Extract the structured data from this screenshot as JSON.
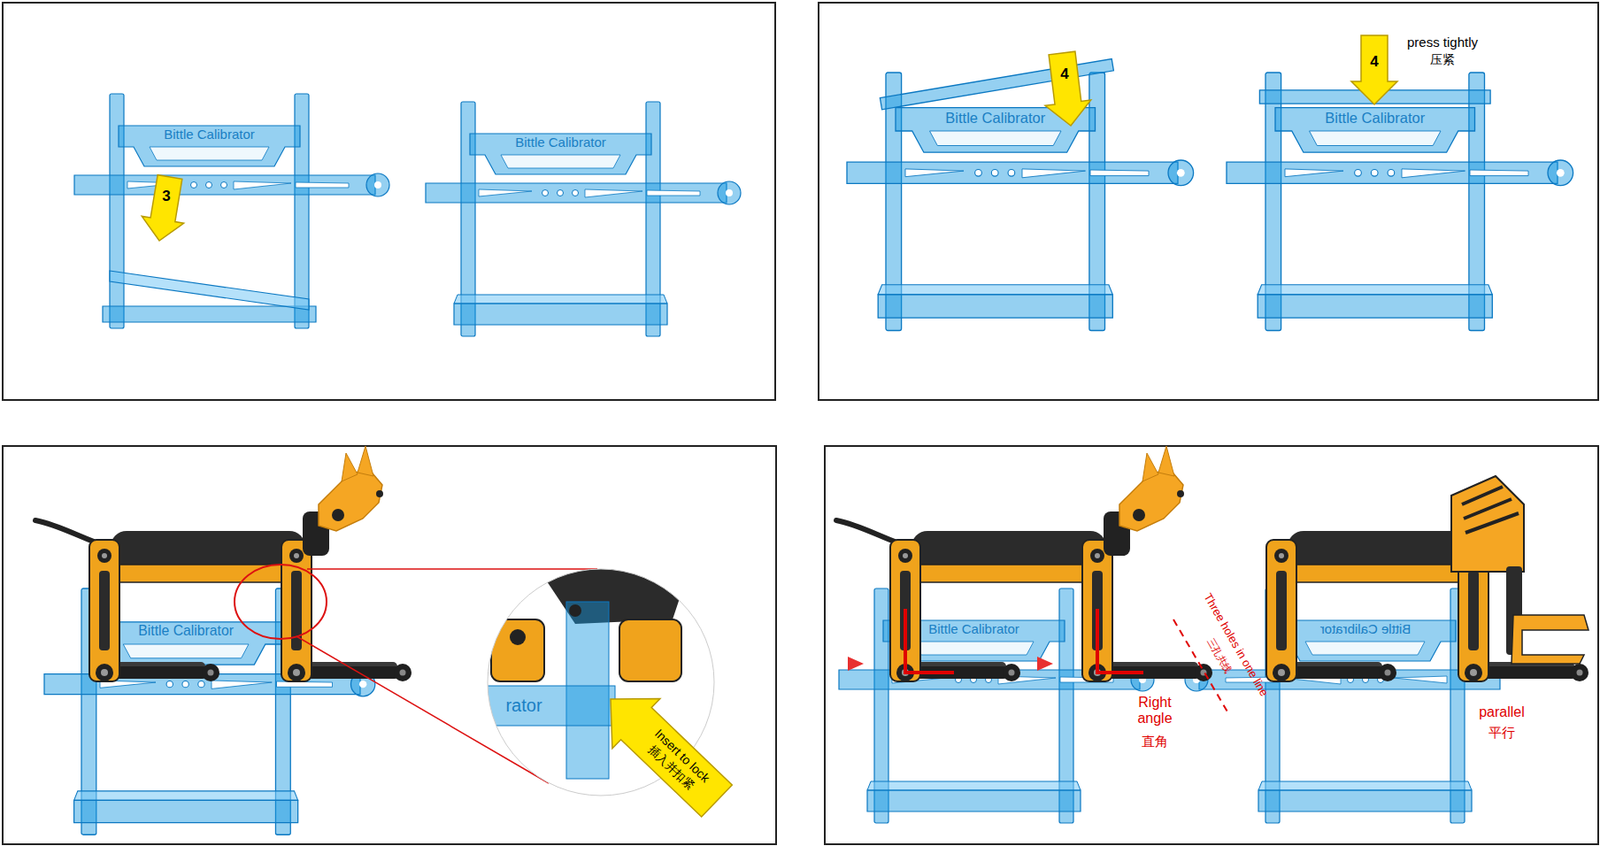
{
  "diagram": {
    "labels": [
      "Bittle Calibrator",
      "3",
      "Bittle Calibrator",
      "4",
      "Bittle Calibrator",
      "press tightly",
      "压紧",
      "4",
      "Bittle Calibrator",
      "Bittle Calibrator",
      "rator",
      "Insert to lock",
      "插入并扣紧",
      "Bittle Calibrator",
      "Three holes in one line",
      "三孔共线",
      "Right angle",
      "直角",
      "Bittle Calibrator",
      "parallel",
      "平行"
    ]
  }
}
